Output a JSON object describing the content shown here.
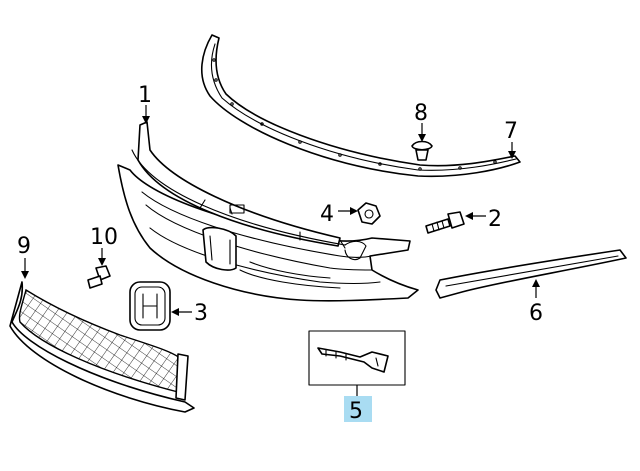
{
  "callouts": {
    "c1": "1",
    "c2": "2",
    "c3": "3",
    "c4": "4",
    "c5": "5",
    "c6": "6",
    "c7": "7",
    "c8": "8",
    "c9": "9",
    "c10": "10"
  },
  "highlighted_callout": "5",
  "colors": {
    "highlight": "#a9dcf2",
    "line": "#000000",
    "background": "#ffffff"
  }
}
